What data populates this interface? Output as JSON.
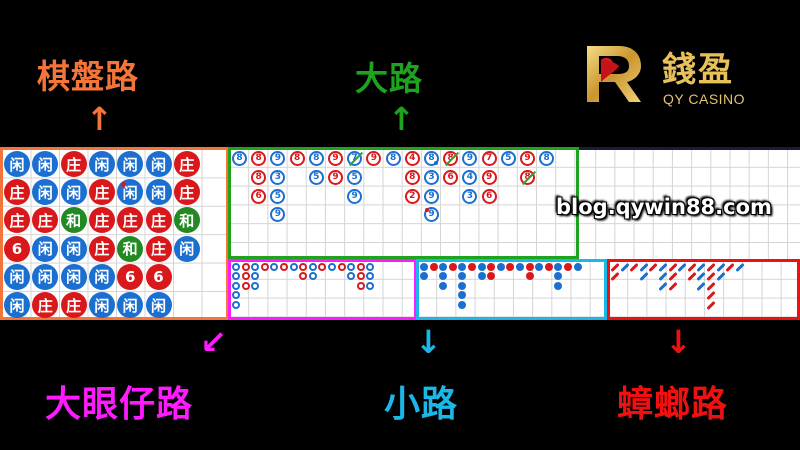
{
  "logo": {
    "chinese": "錢盈",
    "english": "QY CASINO"
  },
  "watermark": "blog.qywin88.com",
  "colors": {
    "bead_plate": "#f3753a",
    "big_road": "#1fa31f",
    "big_eye_boy": "#ff1aff",
    "small_road": "#1bb7e8",
    "cockroach_road": "#ee1111",
    "banker": "#d9181c",
    "player": "#1a6fd0",
    "tie": "#238a23"
  },
  "labels": {
    "bead_plate": "棋盤路",
    "big_road": "大路",
    "big_eye_boy": "大眼仔路",
    "small_road": "小路",
    "cockroach_road": "蟑螂路"
  },
  "arrows": {
    "up": "↑",
    "down": "↓",
    "down_left": "↙"
  },
  "bead_plate": {
    "columns": [
      [
        "闲",
        "庄",
        "庄",
        "6",
        "闲",
        "闲"
      ],
      [
        "闲",
        "闲",
        "庄",
        "闲",
        "闲",
        "庄"
      ],
      [
        "庄",
        "闲",
        "和",
        "闲",
        "闲",
        "庄"
      ],
      [
        "闲",
        "庄",
        "庄",
        "庄",
        "闲",
        "闲"
      ],
      [
        "闲",
        "闲",
        "庄",
        "和",
        "6",
        "闲"
      ],
      [
        "闲",
        "闲",
        "庄",
        "庄",
        "6",
        "闲"
      ],
      [
        "庄",
        "庄",
        "和",
        "闲",
        "",
        ""
      ],
      [
        "",
        "",
        "",
        "",
        "",
        ""
      ]
    ]
  },
  "big_road": {
    "columns": [
      [
        {
          "c": "P",
          "n": "8"
        }
      ],
      [
        {
          "c": "B",
          "n": "8"
        },
        {
          "c": "B",
          "n": "8"
        },
        {
          "c": "B",
          "n": "6"
        }
      ],
      [
        {
          "c": "P",
          "n": "9"
        },
        {
          "c": "P",
          "n": "3"
        },
        {
          "c": "P",
          "n": "5"
        },
        {
          "c": "P",
          "n": "9"
        }
      ],
      [
        {
          "c": "B",
          "n": "8"
        }
      ],
      [
        {
          "c": "P",
          "n": "8"
        },
        {
          "c": "P",
          "n": "5"
        }
      ],
      [
        {
          "c": "B",
          "n": "9"
        },
        {
          "c": "B",
          "n": "9"
        }
      ],
      [
        {
          "c": "P",
          "n": "7",
          "tie": true
        },
        {
          "c": "P",
          "n": "5"
        },
        {
          "c": "P",
          "n": "9"
        }
      ],
      [
        {
          "c": "B",
          "n": "9"
        }
      ],
      [
        {
          "c": "P",
          "n": "8"
        }
      ],
      [
        {
          "c": "B",
          "n": "4"
        },
        {
          "c": "B",
          "n": "8"
        },
        {
          "c": "B",
          "n": "2"
        }
      ],
      [
        {
          "c": "P",
          "n": "8",
          "dot": "P"
        },
        {
          "c": "P",
          "n": "3"
        },
        {
          "c": "P",
          "n": "9"
        },
        {
          "c": "P",
          "n": "9",
          "dot": "B"
        }
      ],
      [
        {
          "c": "B",
          "n": "8",
          "tie": true
        },
        {
          "c": "B",
          "n": "6"
        }
      ],
      [
        {
          "c": "P",
          "n": "9"
        },
        {
          "c": "P",
          "n": "4"
        },
        {
          "c": "P",
          "n": "3"
        }
      ],
      [
        {
          "c": "B",
          "n": "7"
        },
        {
          "c": "B",
          "n": "9"
        },
        {
          "c": "B",
          "n": "6"
        }
      ],
      [
        {
          "c": "P",
          "n": "5"
        }
      ],
      [
        {
          "c": "B",
          "n": "9"
        },
        {
          "c": "B",
          "n": "8",
          "tie": true
        }
      ],
      [
        {
          "c": "P",
          "n": "8"
        }
      ]
    ]
  },
  "big_eye_boy": {
    "columns": [
      [
        "P",
        "P",
        "P",
        "P",
        "P"
      ],
      [
        "B",
        "B",
        "B"
      ],
      [
        "P",
        "P",
        "P"
      ],
      [
        "B"
      ],
      [
        "P"
      ],
      [
        "B"
      ],
      [
        "P"
      ],
      [
        "B",
        "B"
      ],
      [
        "P",
        "P"
      ],
      [
        "B"
      ],
      [
        "P"
      ],
      [
        "B"
      ],
      [
        "P",
        "P"
      ],
      [
        "B",
        "B",
        "B"
      ],
      [
        "P",
        "P",
        "P"
      ]
    ]
  },
  "small_road": {
    "columns": [
      [
        "P",
        "P"
      ],
      [
        "B"
      ],
      [
        "P",
        "P",
        "P"
      ],
      [
        "B"
      ],
      [
        "P",
        "P",
        "P",
        "P",
        "P"
      ],
      [
        "B"
      ],
      [
        "P",
        "P"
      ],
      [
        "B",
        "B"
      ],
      [
        "P"
      ],
      [
        "B"
      ],
      [
        "P"
      ],
      [
        "B",
        "B"
      ],
      [
        "P"
      ],
      [
        "B"
      ],
      [
        "P",
        "P",
        "P"
      ],
      [
        "B"
      ],
      [
        "P"
      ]
    ]
  },
  "cockroach_road": {
    "columns": [
      [
        "B",
        "B"
      ],
      [
        "P"
      ],
      [
        "B"
      ],
      [
        "P",
        "P"
      ],
      [
        "B"
      ],
      [
        "P",
        "P",
        "P"
      ],
      [
        "B",
        "B",
        "B"
      ],
      [
        "P"
      ],
      [
        "B",
        "B"
      ],
      [
        "P",
        "P",
        "P"
      ],
      [
        "B",
        "B",
        "B",
        "B",
        "B"
      ],
      [
        "P",
        "P"
      ],
      [
        "B"
      ],
      [
        "P"
      ]
    ]
  }
}
